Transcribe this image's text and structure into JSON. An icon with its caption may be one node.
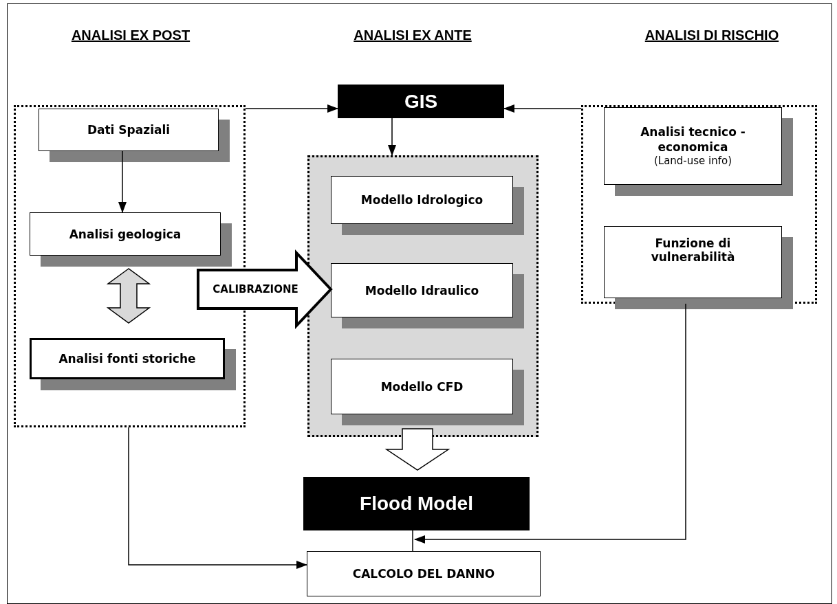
{
  "diagram": {
    "nodes": [
      {
        "text": [],
        "shape": "box"
      },
      {
        "text": [
          "Dati Spaziali"
        ],
        "in": 0
      },
      {
        "text": [
          "Analisi geologica"
        ],
        "in": 0
      },
      {
        "text": [
          "Analisi fonti storiche"
        ],
        "in": 0
      },
      {
        "text": [
          "GIS"
        ]
      },
      {
        "text": [],
        "shape": "box"
      },
      {
        "text": [
          "Modello Idrologico"
        ],
        "in": 5
      },
      {
        "text": [
          "Modello Idraulico"
        ],
        "in": 5
      },
      {
        "text": [
          "Modello CFD"
        ],
        "in": 5
      },
      {
        "text": [],
        "shape": "box"
      },
      {
        "text": [
          "Analisi tecnico -economica",
          "(Land-use info)"
        ],
        "in": 9
      },
      {
        "text": [
          "Funzione di vulnerabilità"
        ],
        "in": 9
      },
      {
        "text": [
          "Flood Model"
        ]
      },
      {
        "text": [
          "CALCOLO DEL DANNO"
        ]
      }
    ],
    "edges": [
      {
        "from": 0,
        "to": 4,
        "arrow": "to"
      },
      {
        "from": 9,
        "to": 4,
        "arrow": "to"
      },
      {
        "from": 4,
        "to": 5,
        "arrow": "to"
      },
      {
        "from": 1,
        "to": 2,
        "arrow": "to"
      },
      {
        "from": 2,
        "to": 3,
        "arrow": "both",
        "style": "thick",
        "color": "#d9d9d9"
      },
      {
        "from": null,
        "to": 7,
        "arrow": "to",
        "style": "thick",
        "label": "CALIBRAZIONE"
      },
      {
        "from": 5,
        "to": 12,
        "arrow": "to",
        "style": "thick"
      },
      {
        "from": 12,
        "to": 13,
        "arrow": "none"
      },
      {
        "from": 0,
        "to": 13,
        "arrow": "to"
      },
      {
        "from": 9,
        "to": 13,
        "arrow": "to"
      }
    ],
    "labels": [
      "ANALISI EX POST",
      "ANALISI EX ANTE",
      "ANALISI DI RISCHIO"
    ]
  }
}
